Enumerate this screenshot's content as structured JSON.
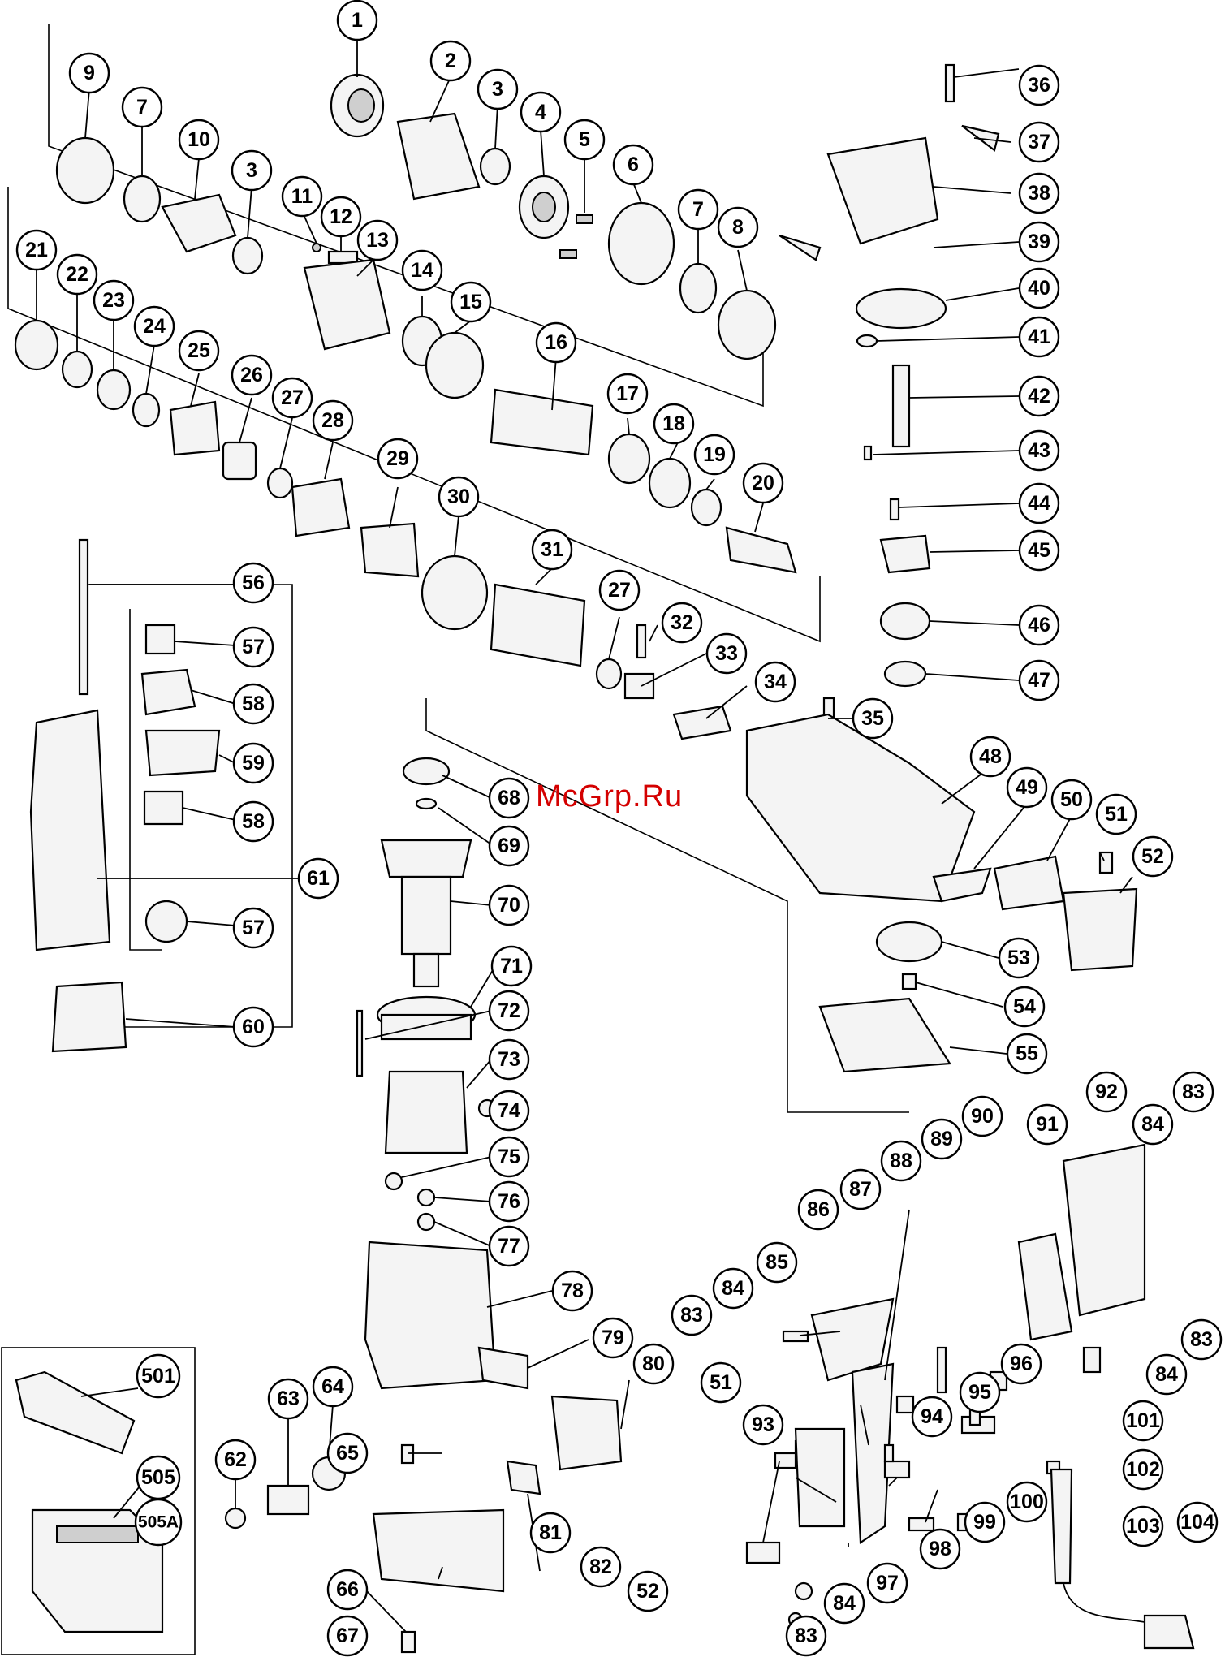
{
  "watermark": "McGrp.Ru",
  "callouts": [
    "1",
    "2",
    "3",
    "4",
    "5",
    "6",
    "7",
    "8",
    "9",
    "10",
    "11",
    "12",
    "13",
    "14",
    "15",
    "16",
    "17",
    "18",
    "19",
    "20",
    "21",
    "22",
    "23",
    "24",
    "25",
    "26",
    "27",
    "28",
    "29",
    "30",
    "31",
    "32",
    "33",
    "34",
    "35",
    "36",
    "37",
    "38",
    "39",
    "40",
    "41",
    "42",
    "43",
    "44",
    "45",
    "46",
    "47",
    "48",
    "49",
    "50",
    "51",
    "52",
    "53",
    "54",
    "55",
    "56",
    "57",
    "58",
    "59",
    "60",
    "61",
    "62",
    "63",
    "64",
    "65",
    "66",
    "67",
    "68",
    "69",
    "70",
    "71",
    "72",
    "73",
    "74",
    "75",
    "76",
    "77",
    "78",
    "79",
    "80",
    "81",
    "82",
    "83",
    "84",
    "85",
    "86",
    "87",
    "88",
    "89",
    "90",
    "91",
    "92",
    "93",
    "94",
    "95",
    "96",
    "97",
    "98",
    "99",
    "100",
    "101",
    "102",
    "103",
    "104",
    "501",
    "505",
    "505A"
  ]
}
